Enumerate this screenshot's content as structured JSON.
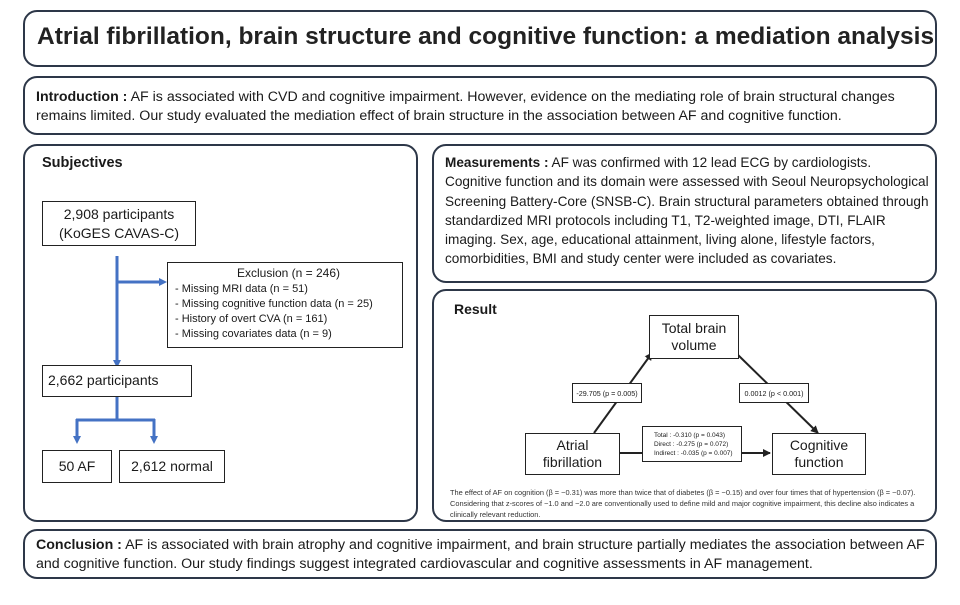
{
  "title": "Atrial fibrillation, brain structure and cognitive function: a mediation analysis",
  "introduction": {
    "label": "Introduction :",
    "text": " AF is associated with CVD and cognitive impairment. However, evidence on the mediating role of brain structural changes remains limited.  Our study evaluated the mediation effect of brain structure in the association between AF and cognitive function."
  },
  "subjectives": {
    "heading": "Subjectives",
    "cohort": [
      "2,908 participants",
      "(KoGES CAVAS-C)"
    ],
    "exclusion": {
      "title": "Exclusion (n = 246)",
      "items": [
        "- Missing MRI data (n = 51)",
        "- Missing cognitive function data (n = 25)",
        "- History of overt CVA (n = 161)",
        "- Missing covariates data (n = 9)"
      ]
    },
    "remaining": "2,662 participants",
    "groups": [
      "50 AF",
      "2,612 normal"
    ]
  },
  "measurements": {
    "label": "Measurements :",
    "text": " AF was confirmed with 12 lead ECG by cardiologists. Cognitive function and its domain were assessed with Seoul Neuropsychological Screening Battery-Core (SNSB-C). Brain structural parameters obtained through standardized MRI protocols including T1, T2-weighted image, DTI, FLAIR imaging. Sex, age, educational attainment, living alone, lifestyle factors, comorbidities, BMI and study center were included as covariates."
  },
  "result": {
    "heading": "Result",
    "mediator": [
      "Total brain",
      "volume"
    ],
    "exposure": [
      "Atrial",
      "fibrillation"
    ],
    "outcome": [
      "Cognitive",
      "function"
    ],
    "path_a": "-29.705 (p = 0.005)",
    "path_b": "0.0012 (p < 0.001)",
    "effects": [
      "Total : -0.310 (p = 0.043)",
      "Direct : -0.275 (p = 0.072)",
      "Indirect : -0.035 (p = 0.007)"
    ],
    "note": "The effect of AF on cognition (β = −0.31) was more than twice that of diabetes (β = −0.15) and over four times that of hypertension (β = −0.07). Considering that z-scores of −1.0 and −2.0 are conventionally used to define mild and major cognitive impairment, this decline also indicates a clinically relevant reduction."
  },
  "conclusion": {
    "label": "Conclusion :",
    "text": " AF is associated with brain atrophy and cognitive impairment, and brain structure partially mediates the association between AF and cognitive function. Our study findings suggest integrated cardiovascular and cognitive assessments in AF management."
  },
  "colors": {
    "border": "#2d3748",
    "arrow": "#4472c4",
    "text": "#1a1a1a"
  }
}
